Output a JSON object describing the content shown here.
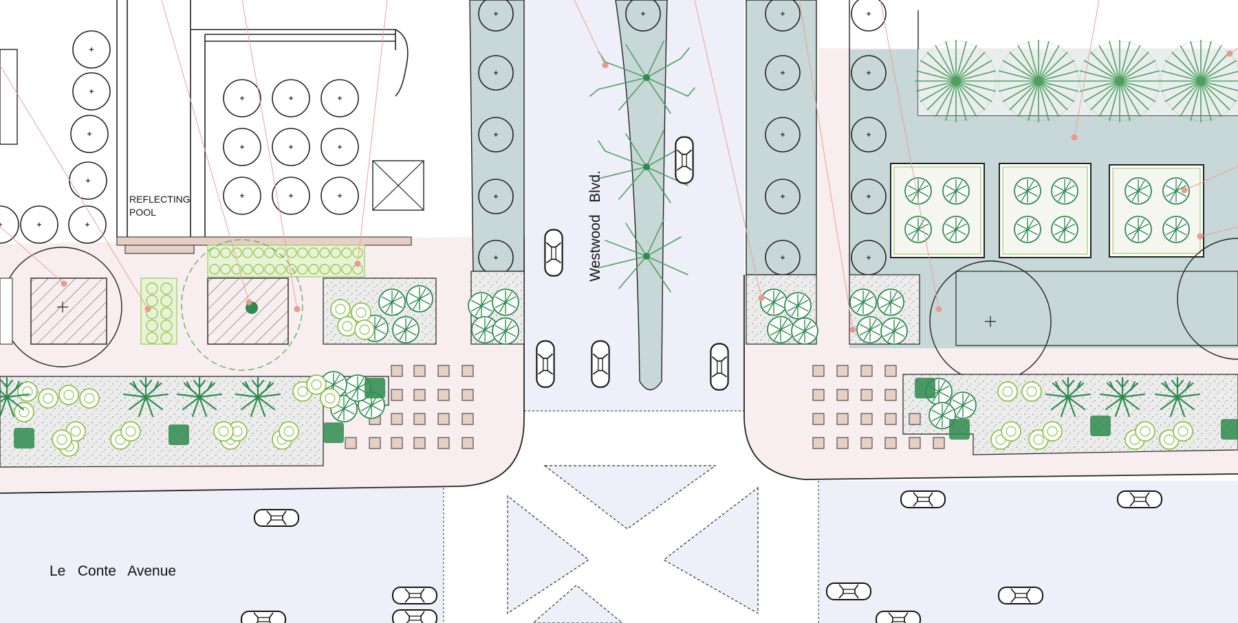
{
  "labels": {
    "reflecting_pool_line1": "REFLECTING",
    "reflecting_pool_line2": "POOL",
    "north_south_street": "Westwood   Blvd.",
    "east_west_street": "Le   Conte   Avenue"
  },
  "colors": {
    "plaza_pink": "#f8eeef",
    "road_lavender": "#eeeff8",
    "median_teal": "#c8d8d8",
    "planter_stipple": "#ececec",
    "tree_dark_green": "#2e8b4e",
    "tree_light_green": "#8cc34a",
    "paver_tan": "#e6cfc4",
    "leader_line_pink": "#e8a098",
    "building_outline": "#222222"
  },
  "icons": [
    "car-icon",
    "tree-icon",
    "shrub-icon",
    "column-circle-icon",
    "skylight-x-icon",
    "leader-dot-icon"
  ]
}
